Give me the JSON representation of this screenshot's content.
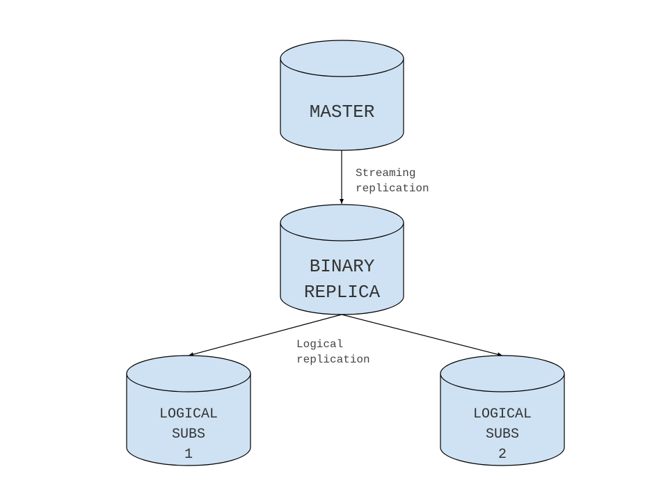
{
  "diagram": {
    "nodes": [
      {
        "id": "master",
        "lines": [
          "MASTER"
        ]
      },
      {
        "id": "binary-replica",
        "lines": [
          "BINARY",
          "REPLICA"
        ]
      },
      {
        "id": "logical-subs-1",
        "lines": [
          "LOGICAL",
          "SUBS",
          "1"
        ]
      },
      {
        "id": "logical-subs-2",
        "lines": [
          "LOGICAL",
          "SUBS",
          "2"
        ]
      }
    ],
    "edges": [
      {
        "from": "master",
        "to": "binary-replica",
        "label": [
          "Streaming",
          "replication"
        ]
      },
      {
        "from": "binary-replica",
        "to": "logical-subs-1",
        "label": [
          "Logical",
          "replication"
        ]
      },
      {
        "from": "binary-replica",
        "to": "logical-subs-2",
        "label": []
      }
    ],
    "colors": {
      "node_fill": "#cfe2f3",
      "stroke": "#000000"
    }
  }
}
